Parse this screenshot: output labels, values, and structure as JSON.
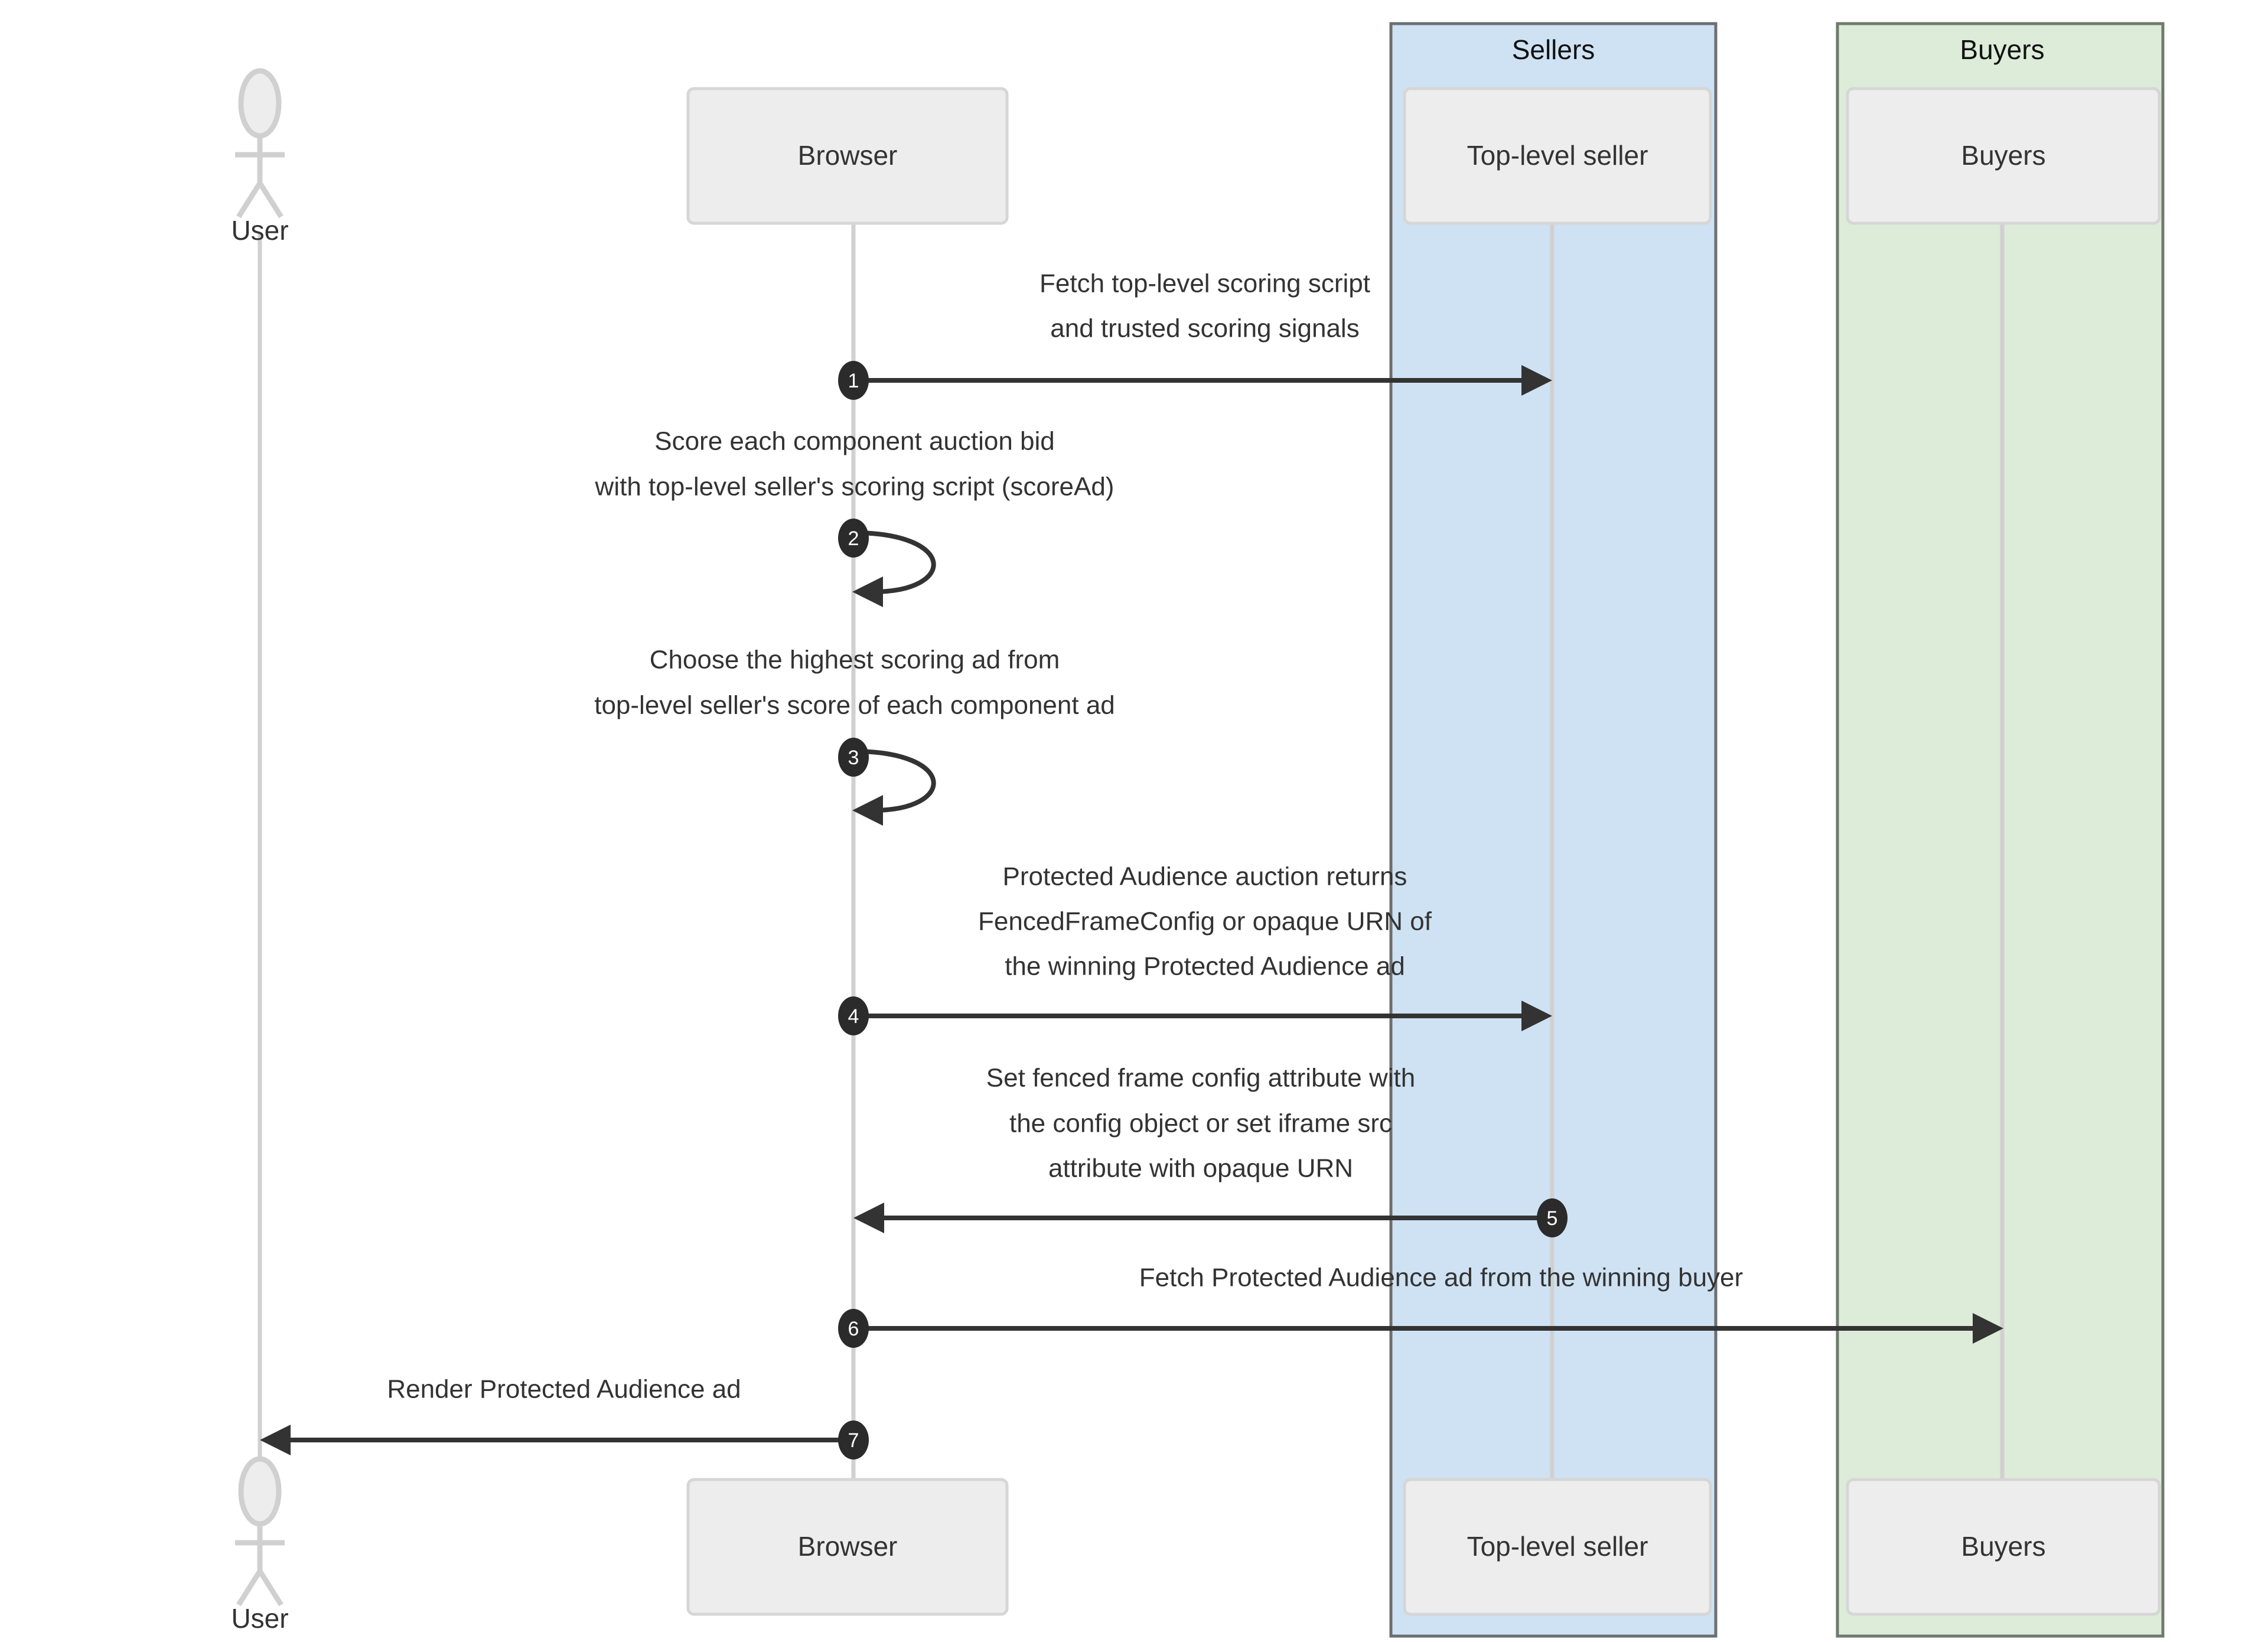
{
  "diagram": {
    "type": "sequence-diagram",
    "title": "Protected Audience top-level auction sequence",
    "background_color": "#ffffff"
  },
  "groups": [
    {
      "id": "sellers",
      "label": "Sellers",
      "fill_color": "#cfe2f3",
      "stroke_color": "#6b6f72"
    },
    {
      "id": "buyers",
      "label": "Buyers",
      "fill_color": "#dcecd8",
      "stroke_color": "#6f7a6c"
    }
  ],
  "participants": [
    {
      "id": "user",
      "label": "User",
      "kind": "actor",
      "bottom_label": "User"
    },
    {
      "id": "browser",
      "label": "Browser",
      "kind": "box",
      "bottom_label": "Browser"
    },
    {
      "id": "top-level-seller",
      "label": "Top-level seller",
      "kind": "box",
      "bottom_label": "Top-level seller"
    },
    {
      "id": "buyers-participant",
      "label": "Buyers",
      "kind": "box",
      "bottom_label": "Buyers"
    }
  ],
  "messages": [
    {
      "number": "1",
      "from": "browser",
      "to": "top-level-seller",
      "direction": "right",
      "lines": [
        "Fetch top-level scoring script",
        "and trusted scoring signals"
      ]
    },
    {
      "number": "2",
      "from": "browser",
      "to": "browser",
      "direction": "self",
      "lines": [
        "Score each component auction bid",
        "with top-level seller's scoring script (scoreAd)"
      ]
    },
    {
      "number": "3",
      "from": "browser",
      "to": "browser",
      "direction": "self",
      "lines": [
        "Choose the highest scoring ad from",
        "top-level seller's score of each component ad"
      ]
    },
    {
      "number": "4",
      "from": "browser",
      "to": "top-level-seller",
      "direction": "right",
      "lines": [
        "Protected Audience auction returns",
        "FencedFrameConfig or opaque URN of",
        "the winning Protected Audience ad"
      ]
    },
    {
      "number": "5",
      "from": "top-level-seller",
      "to": "browser",
      "direction": "left",
      "lines": [
        "Set fenced frame config attribute with",
        "the config object or set iframe src",
        "attribute with opaque URN"
      ]
    },
    {
      "number": "6",
      "from": "browser",
      "to": "buyers-participant",
      "direction": "right",
      "lines": [
        "Fetch Protected Audience ad from the winning buyer"
      ]
    },
    {
      "number": "7",
      "from": "browser",
      "to": "user",
      "direction": "left",
      "lines": [
        "Render Protected Audience ad"
      ]
    }
  ],
  "colors": {
    "actor_box_fill": "#ededed",
    "actor_box_stroke": "#d6d6d6",
    "lifeline": "#d0d0d0",
    "message_line": "#333333",
    "sequence_badge": "#2b2b2b",
    "text": "#333333"
  }
}
